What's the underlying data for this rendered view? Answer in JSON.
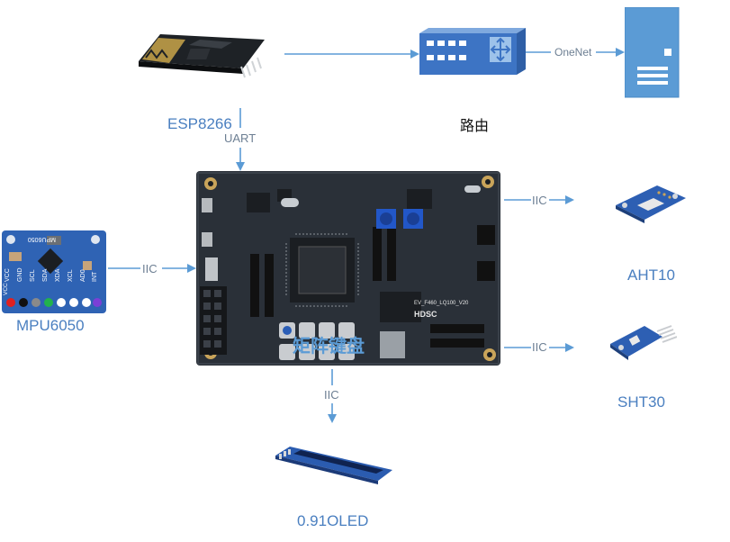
{
  "colors": {
    "arrow": "#5b9bd5",
    "label": "#4a7fc0",
    "board": "#2a3038",
    "router": "#3d74c4",
    "server": "#5b9bd5"
  },
  "nodes": {
    "esp8266": {
      "label": "ESP8266"
    },
    "router": {
      "label": "路由"
    },
    "mpu6050": {
      "label": "MPU6050",
      "pins": [
        "VCC",
        "GND",
        "SCL",
        "SDA",
        "XDA",
        "XCL",
        "AD0",
        "INT"
      ]
    },
    "aht10": {
      "label": "AHT10"
    },
    "sht30": {
      "label": "SHT30"
    },
    "oled": {
      "label": "0.91OLED"
    },
    "board": {
      "overlay_text": "矩阵键盘",
      "silk_text": "EV_F460_LQ100_V20",
      "logo": "HDSC"
    }
  },
  "connections": {
    "esp_to_router": "",
    "router_to_server": "OneNet",
    "esp_to_board": "UART",
    "mpu_to_board": "IIC",
    "board_to_aht10": "IIC",
    "board_to_sht30": "IIC",
    "board_to_oled": "IIC"
  },
  "icons": [
    "wifi-module-icon",
    "router-icon",
    "server-icon",
    "board-icon",
    "sensor-icon",
    "oled-icon"
  ]
}
